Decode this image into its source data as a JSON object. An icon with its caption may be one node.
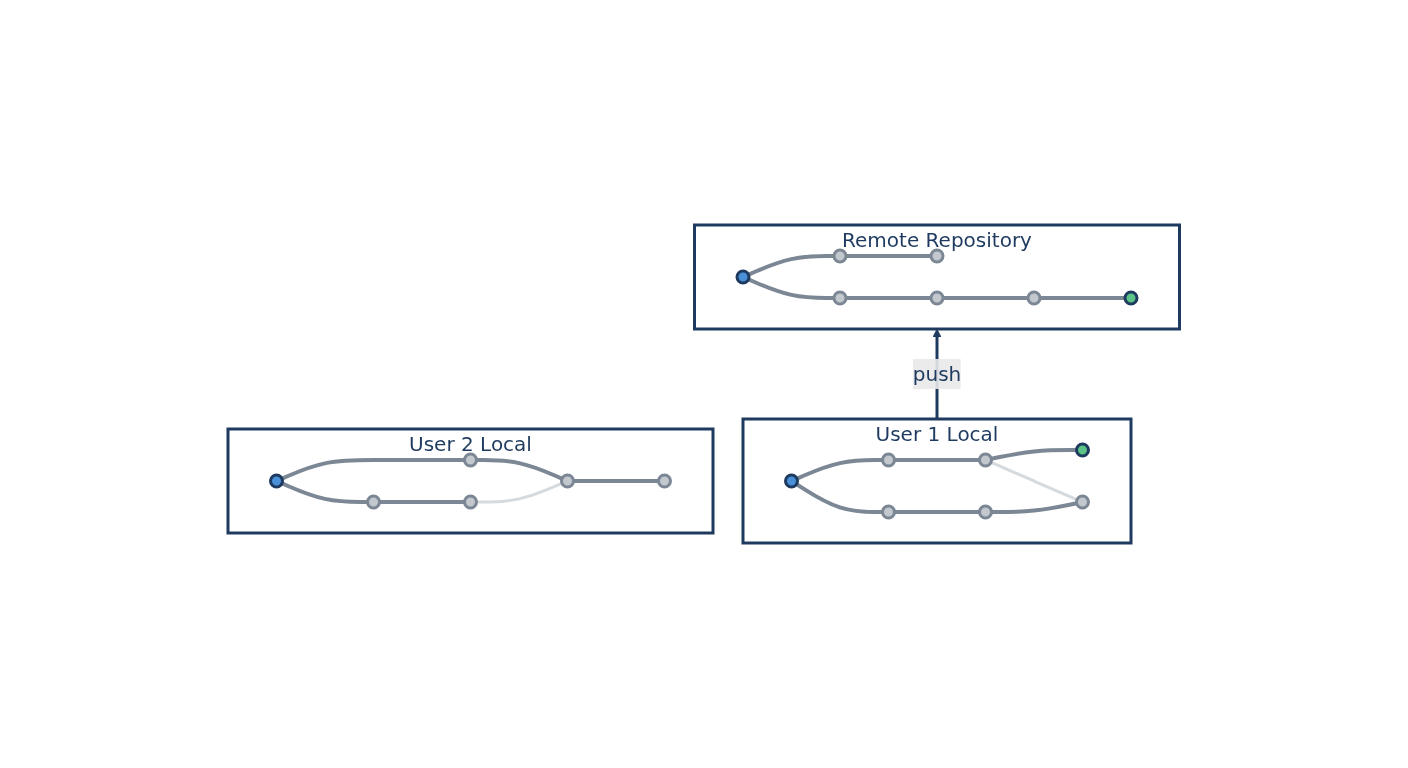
{
  "diagram": {
    "nodes": [
      {
        "text": [
          "Remote Repository"
        ]
      },
      {
        "text": [],
        "shape": "circle",
        "in": 0
      },
      {
        "text": [],
        "shape": "circle",
        "in": 0
      },
      {
        "text": [],
        "shape": "circle",
        "in": 0
      },
      {
        "text": [],
        "shape": "circle",
        "in": 0
      },
      {
        "text": [],
        "shape": "circle",
        "in": 0
      },
      {
        "text": [],
        "shape": "circle",
        "in": 0
      },
      {
        "text": [],
        "shape": "circle",
        "in": 0
      },
      {
        "text": [
          "User 1 Local"
        ]
      },
      {
        "text": [],
        "shape": "circle",
        "in": 8
      },
      {
        "text": [],
        "shape": "circle",
        "in": 8
      },
      {
        "text": [],
        "shape": "circle",
        "in": 8
      },
      {
        "text": [],
        "shape": "circle",
        "in": 8
      },
      {
        "text": [],
        "shape": "circle",
        "in": 8
      },
      {
        "text": [],
        "shape": "circle",
        "in": 8
      },
      {
        "text": [],
        "shape": "circle",
        "in": 8
      },
      {
        "text": [
          "User 2 Local"
        ]
      },
      {
        "text": [],
        "shape": "circle",
        "in": 16
      },
      {
        "text": [],
        "shape": "circle",
        "in": 16
      },
      {
        "text": [],
        "shape": "circle",
        "in": 16
      },
      {
        "text": [],
        "shape": "circle",
        "in": 16
      },
      {
        "text": [],
        "shape": "circle",
        "in": 16
      },
      {
        "text": [],
        "shape": "circle",
        "in": 16
      }
    ],
    "edges": [
      {
        "from": 1,
        "to": 2,
        "arrow": "none"
      },
      {
        "from": 2,
        "to": 3,
        "arrow": "none"
      },
      {
        "from": 1,
        "to": 4,
        "arrow": "none"
      },
      {
        "from": 4,
        "to": 5,
        "arrow": "none"
      },
      {
        "from": 5,
        "to": 6,
        "arrow": "none"
      },
      {
        "from": 6,
        "to": 7,
        "arrow": "none"
      },
      {
        "from": 9,
        "to": 10,
        "arrow": "none"
      },
      {
        "from": 10,
        "to": 11,
        "arrow": "none"
      },
      {
        "from": 11,
        "to": 12,
        "arrow": "none"
      },
      {
        "from": 9,
        "to": 13,
        "arrow": "none"
      },
      {
        "from": 13,
        "to": 14,
        "arrow": "none"
      },
      {
        "from": 14,
        "to": 15,
        "arrow": "none"
      },
      {
        "from": 11,
        "to": 15,
        "arrow": "none",
        "color": "#d5dade"
      },
      {
        "from": 17,
        "to": 18,
        "arrow": "none"
      },
      {
        "from": 18,
        "to": 19,
        "arrow": "none"
      },
      {
        "from": 17,
        "to": 20,
        "arrow": "none"
      },
      {
        "from": 20,
        "to": 21,
        "arrow": "none"
      },
      {
        "from": 21,
        "to": 22,
        "arrow": "none"
      },
      {
        "from": 19,
        "to": 21,
        "arrow": "none",
        "color": "#d5dade"
      },
      {
        "from": 8,
        "to": 0,
        "label": "push",
        "arrow": "to",
        "color": "#1e3a5f"
      }
    ]
  }
}
